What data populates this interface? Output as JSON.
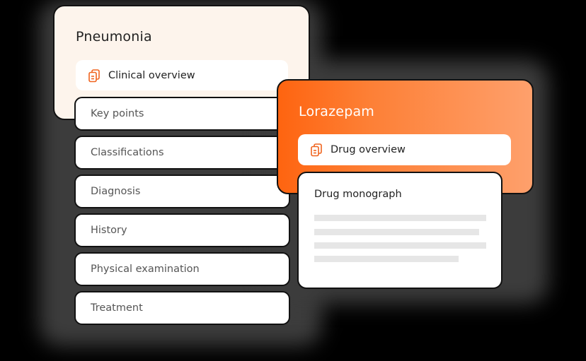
{
  "pneumonia_card": {
    "title": "Pneumonia",
    "active_item": {
      "label": "Clinical overview",
      "icon": "documents-icon"
    },
    "items": [
      {
        "label": "Key points"
      },
      {
        "label": "Classifications"
      },
      {
        "label": "Diagnosis"
      },
      {
        "label": "History"
      },
      {
        "label": "Physical examination"
      },
      {
        "label": "Treatment"
      }
    ]
  },
  "lorazepam_card": {
    "title": "Lorazepam",
    "active_item": {
      "label": "Drug overview",
      "icon": "documents-icon"
    }
  },
  "monograph_card": {
    "title": "Drug monograph",
    "placeholder_lines": 4
  },
  "colors": {
    "accent": "#fe6410",
    "accent_light": "#fea06c",
    "card_cream": "#fdf4ec",
    "icon_orange": "#f0641e",
    "skeleton": "#e6e6e6"
  }
}
